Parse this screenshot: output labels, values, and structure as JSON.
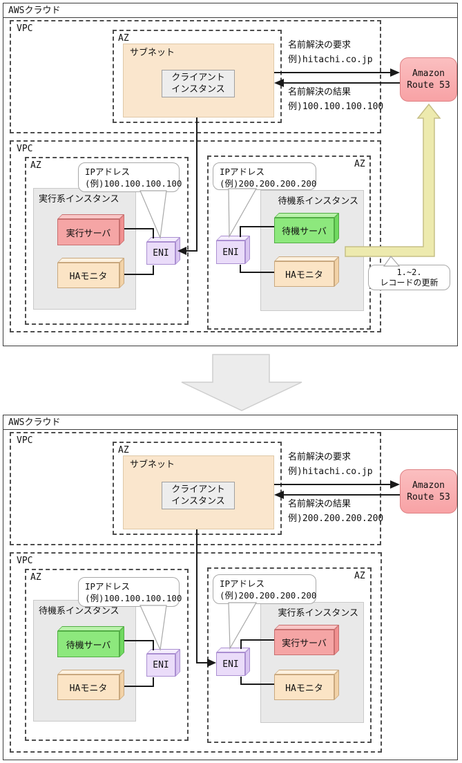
{
  "colors": {
    "subnet_fill": "#fae6cd",
    "instance_box_fill": "#e9e9e9",
    "active_server_fill": "#f5a5a5",
    "standby_server_fill": "#8de87d",
    "ha_monitor_fill": "#fbe4c5",
    "eni_fill": "#eadcf9",
    "route53_fill": "#f9a9ab",
    "record_update_arrow_fill": "#edeaae",
    "transition_arrow_fill": "#ececec"
  },
  "top_diagram": {
    "cloud_label": "AWSクラウド",
    "client_vpc": {
      "vpc_label": "VPC",
      "az_label": "AZ",
      "subnet_label": "サブネット",
      "client_instance": [
        "クライアント",
        "インスタンス"
      ]
    },
    "dns": {
      "request_title": "名前解決の要求",
      "request_example": "例)hitachi.co.jp",
      "result_title": "名前解決の結果",
      "result_example": "例)100.100.100.100",
      "route53": [
        "Amazon",
        "Route 53"
      ]
    },
    "server_vpc": {
      "vpc_label": "VPC",
      "left_az": {
        "az_label": "AZ",
        "ip_bubble": [
          "IPアドレス",
          "(例)100.100.100.100"
        ],
        "instance_label": "実行系インスタンス",
        "server_label": "実行サーバ",
        "monitor_label": "HAモニタ",
        "eni_label": "ENI"
      },
      "right_az": {
        "az_label": "AZ",
        "ip_bubble": [
          "IPアドレス",
          "(例)200.200.200.200"
        ],
        "instance_label": "待機系インスタンス",
        "server_label": "待機サーバ",
        "monitor_label": "HAモニタ",
        "eni_label": "ENI"
      }
    },
    "record_update_bubble": [
      "1.~2.",
      "レコードの更新"
    ]
  },
  "bottom_diagram": {
    "cloud_label": "AWSクラウド",
    "client_vpc": {
      "vpc_label": "VPC",
      "az_label": "AZ",
      "subnet_label": "サブネット",
      "client_instance": [
        "クライアント",
        "インスタンス"
      ]
    },
    "dns": {
      "request_title": "名前解決の要求",
      "request_example": "例)hitachi.co.jp",
      "result_title": "名前解決の結果",
      "result_example": "例)200.200.200.200",
      "route53": [
        "Amazon",
        "Route 53"
      ]
    },
    "server_vpc": {
      "vpc_label": "VPC",
      "left_az": {
        "az_label": "AZ",
        "ip_bubble": [
          "IPアドレス",
          "(例)100.100.100.100"
        ],
        "instance_label": "待機系インスタンス",
        "server_label": "待機サーバ",
        "monitor_label": "HAモニタ",
        "eni_label": "ENI"
      },
      "right_az": {
        "az_label": "AZ",
        "ip_bubble": [
          "IPアドレス",
          "(例)200.200.200.200"
        ],
        "instance_label": "実行系インスタンス",
        "server_label": "実行サーバ",
        "monitor_label": "HAモニタ",
        "eni_label": "ENI"
      }
    }
  }
}
